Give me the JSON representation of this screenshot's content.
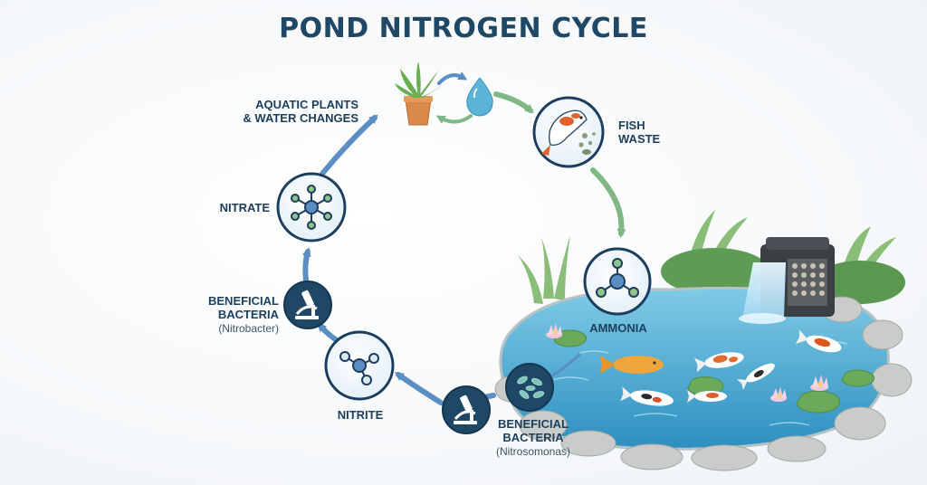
{
  "title": "POND NITROGEN CYCLE",
  "stages": {
    "plants_line1": "AQUATIC PLANTS",
    "plants_line2": "& WATER CHANGES",
    "fish_line1": "FISH",
    "fish_line2": "WASTE",
    "ammonia": "AMMONIA",
    "nitrosomonas_line1": "BENEFICIAL",
    "nitrosomonas_line2": "BACTERIA",
    "nitrosomonas_sub": "(Nitrosomonas)",
    "nitrite": "NITRITE",
    "nitrobacter_line1": "BENEFICIAL",
    "nitrobacter_line2": "BACTERIA",
    "nitrobacter_sub": "(Nitrobacter)",
    "nitrate": "NITRATE"
  },
  "colors": {
    "title": "#1f4766",
    "navy": "#1c3d5e",
    "arrow_blue": "#5b8fc4",
    "arrow_green": "#7fb785",
    "water": "#5bb3d8"
  }
}
